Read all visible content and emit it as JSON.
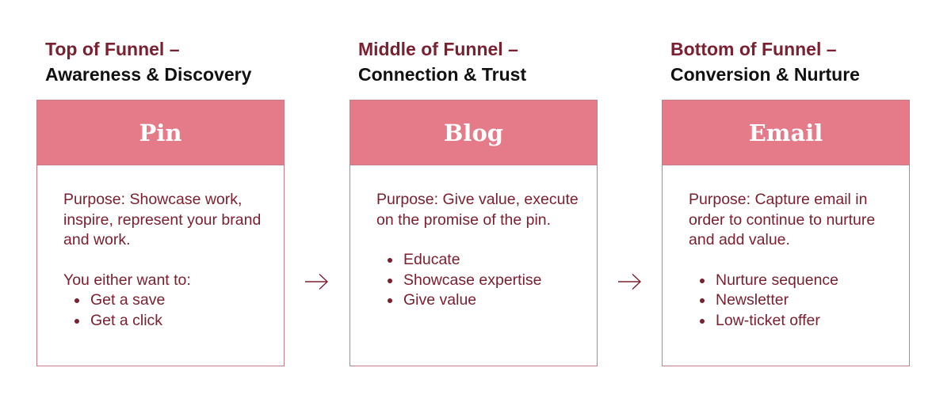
{
  "stages": [
    {
      "stage": "Top of Funnel –",
      "subtitle": "Awareness & Discovery",
      "title": "Pin",
      "purpose": "Purpose: Showcase work, inspire, represent your brand and work.",
      "intro": "You either want to:",
      "bullets": [
        "Get a save",
        "Get a click"
      ]
    },
    {
      "stage": "Middle of Funnel –",
      "subtitle": "Connection & Trust",
      "title": "Blog",
      "purpose": "Purpose: Give value, execute on the promise of the pin.",
      "bullets": [
        "Educate",
        "Showcase expertise",
        "Give value"
      ]
    },
    {
      "stage": "Bottom of Funnel –",
      "subtitle": "Conversion & Nurture",
      "title": "Email",
      "purpose": "Purpose: Capture email in order to continue to nurture and add value.",
      "bullets": [
        "Nurture sequence",
        "Newsletter",
        "Low-ticket offer"
      ]
    }
  ],
  "connectors": [
    "right-arrow-icon",
    "right-arrow-icon"
  ],
  "colors": {
    "accent": "#7b2030",
    "header_fill": "#e57a88",
    "border": "#c97c88",
    "subtitle_text": "#111111"
  }
}
